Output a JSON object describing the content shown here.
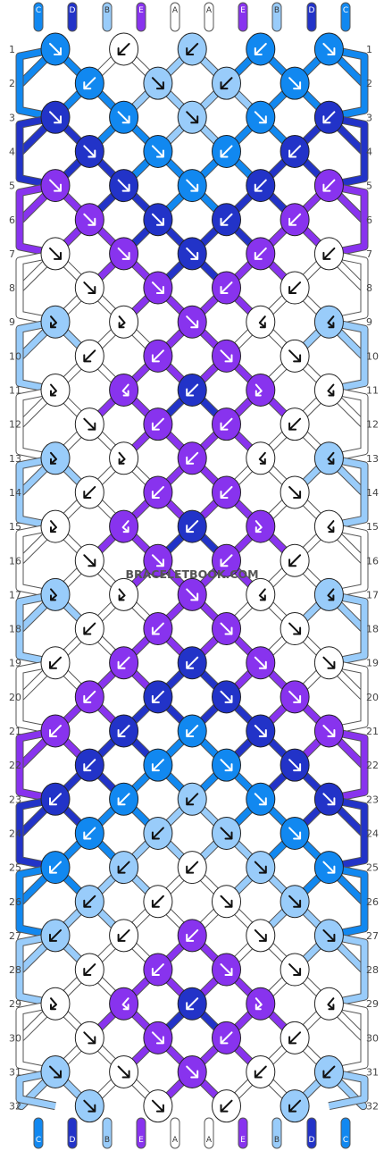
{
  "watermark": "BRACELETBOOK.COM",
  "colors": {
    "A": "#ffffff",
    "B": "#99ccfa",
    "C": "#1188f0",
    "D": "#2233c8",
    "E": "#8833ee"
  },
  "strands_top": [
    "C",
    "D",
    "B",
    "E",
    "A",
    "A",
    "E",
    "B",
    "D",
    "C"
  ],
  "strands_bottom": [
    "C",
    "D",
    "B",
    "E",
    "A",
    "A",
    "E",
    "B",
    "D",
    "C"
  ],
  "row_labels": [
    "1",
    "2",
    "3",
    "4",
    "5",
    "6",
    "7",
    "8",
    "9",
    "10",
    "11",
    "12",
    "13",
    "14",
    "15",
    "16",
    "17",
    "18",
    "19",
    "20",
    "21",
    "22",
    "23",
    "24",
    "25",
    "26",
    "27",
    "28",
    "29",
    "30",
    "31",
    "32"
  ],
  "knots": [
    [
      "C:fw",
      "A:bw",
      "B:bw",
      "C:bw",
      "C:fw"
    ],
    [
      "C:bw",
      "B:fw",
      "B:bw",
      "C:fw"
    ],
    [
      "D:fw",
      "C:fw",
      "B:fw",
      "C:fw",
      "D:bw"
    ],
    [
      "D:fw",
      "C:fw",
      "C:bw",
      "D:bw"
    ],
    [
      "E:fw",
      "D:fw",
      "C:fw",
      "D:bw",
      "E:bw"
    ],
    [
      "E:fw",
      "D:fw",
      "D:bw",
      "E:bw"
    ],
    [
      "A:fw",
      "E:fw",
      "D:fw",
      "E:bw",
      "A:bw"
    ],
    [
      "A:fw",
      "E:fw",
      "E:bw",
      "A:bw"
    ],
    [
      "B:fbw",
      "A:fbw",
      "E:fw",
      "A:bfw",
      "B:bfw"
    ],
    [
      "A:bw",
      "E:bw",
      "E:fw",
      "A:fw"
    ],
    [
      "A:fbw",
      "E:bfw",
      "D:bw",
      "E:fbw",
      "A:bfw"
    ],
    [
      "A:fw",
      "E:bw",
      "E:bw",
      "A:bw"
    ],
    [
      "B:fbw",
      "A:fbw",
      "E:bw",
      "A:bfw",
      "B:bfw"
    ],
    [
      "A:bw",
      "E:bw",
      "E:bw",
      "A:fw"
    ],
    [
      "A:fbw",
      "E:bfw",
      "D:bw",
      "E:fbw",
      "A:bfw"
    ],
    [
      "A:fw",
      "E:fw",
      "E:bw",
      "A:bw"
    ],
    [
      "B:fbw",
      "A:fbw",
      "E:fw",
      "A:bfw",
      "B:bfw"
    ],
    [
      "A:bw",
      "E:bw",
      "E:fw",
      "A:fw"
    ],
    [
      "A:bw",
      "E:bw",
      "D:bw",
      "E:fw",
      "A:fw"
    ],
    [
      "E:bw",
      "D:bw",
      "D:fw",
      "E:fw"
    ],
    [
      "E:bw",
      "D:bw",
      "C:bw",
      "D:fw",
      "E:fw"
    ],
    [
      "D:bw",
      "C:bw",
      "C:fw",
      "D:fw"
    ],
    [
      "D:bw",
      "C:bw",
      "B:bw",
      "C:fw",
      "D:fw"
    ],
    [
      "C:bw",
      "B:bw",
      "B:fw",
      "C:fw"
    ],
    [
      "C:bw",
      "B:bw",
      "A:bw",
      "B:fw",
      "C:fw"
    ],
    [
      "B:bw",
      "A:bw",
      "A:fw",
      "B:fw"
    ],
    [
      "B:bw",
      "A:bw",
      "E:bw",
      "A:fw",
      "B:fw"
    ],
    [
      "A:bw",
      "E:bw",
      "E:fw",
      "A:fw"
    ],
    [
      "A:fbw",
      "E:bfw",
      "D:bw",
      "E:fbw",
      "A:bfw"
    ],
    [
      "A:fw",
      "E:fw",
      "E:bw",
      "A:bw"
    ],
    [
      "B:fw",
      "A:fw",
      "E:fw",
      "A:bw",
      "B:bw"
    ],
    [
      "B:fw",
      "A:fw",
      "A:bw",
      "B:bw"
    ]
  ]
}
